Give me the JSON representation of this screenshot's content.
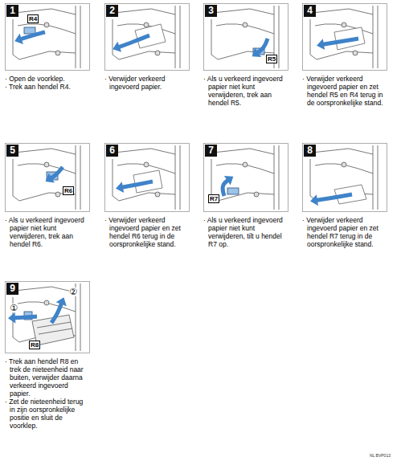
{
  "diagram": {
    "nodes": [
      {
        "text": [
          "1",
          "· Open de voorklep.",
          "· Trek aan hendel R4."
        ]
      },
      {
        "text": [
          "2",
          "· Verwijder verkeerd ingevoerd papier."
        ]
      },
      {
        "text": [
          "3",
          "· Als u verkeerd ingevoerd papier niet kunt verwijderen, trek aan hendel R5."
        ]
      },
      {
        "text": [
          "4",
          "· Verwijder verkeerd ingevoerd papier en zet hendel R5 en R4 terug in de oorspronkelijke stand."
        ]
      },
      {
        "text": [
          "5",
          "· Als u verkeerd ingevoerd papier niet kunt verwijderen, trek aan hendel R6."
        ]
      },
      {
        "text": [
          "6",
          "· Verwijder verkeerd ingevoerd papier en zet hendel R6 terug in de oorspronkelijke stand."
        ]
      },
      {
        "text": [
          "7",
          "· Als u verkeerd ingevoerd papier niet kunt verwijderen, tilt u hendel R7 op."
        ]
      },
      {
        "text": [
          "8",
          "· Verwijder verkeerd ingevoerd papier en zet hendel R7 terug in de oorspronkelijke stand."
        ]
      },
      {
        "text": [
          "9",
          "· Trek aan hendel R8 en trek de nieteenheid naar buiten, verwijder daarna verkeerd ingevoerd papier.",
          "· Zet de nieteenheid terug in zijn oorspronkelijke positie en sluit de voorklep."
        ]
      }
    ],
    "labels": [
      "R4",
      "R5",
      "R6",
      "R7",
      "R8",
      "①",
      "②",
      "NL BVP013"
    ]
  }
}
